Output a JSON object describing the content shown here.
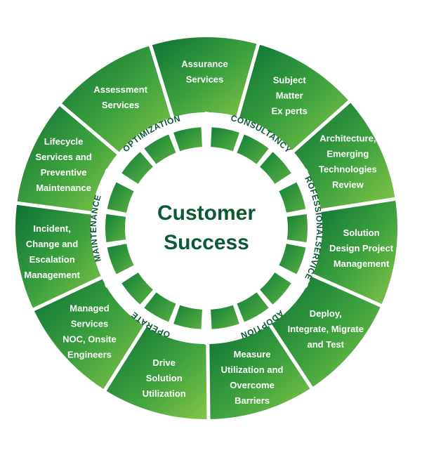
{
  "center": {
    "line1": "Customer",
    "line2": "Success"
  },
  "colors": {
    "outer_dark": "#0d7a3a",
    "outer_light": "#7dc142",
    "ring_text": "#0b5a34",
    "inner_seg": "#1d8a3e",
    "divider": "#ffffff"
  },
  "ring_labels": [
    {
      "name": "optimization",
      "text": "OPTIMIZATION"
    },
    {
      "name": "consultancy",
      "text": "CONSULTANCY"
    },
    {
      "name": "professional-services",
      "text": "PROFESSIONALSERVICES"
    },
    {
      "name": "adoption",
      "text": "ADOPTION"
    },
    {
      "name": "operate",
      "text": "OPERATE"
    },
    {
      "name": "maintenance",
      "text": "MAINTENANCE"
    }
  ],
  "segments": [
    {
      "name": "assurance-services",
      "lines": [
        "Assurance",
        "Services"
      ]
    },
    {
      "name": "subject-matter-experts",
      "lines": [
        "Subject",
        "Matter",
        "Ex perts"
      ]
    },
    {
      "name": "architecture-emerging-technologies-review",
      "lines": [
        "Architecture,",
        "Emerging",
        "Technologies",
        "Review"
      ]
    },
    {
      "name": "solution-design-project-management",
      "lines": [
        "Solution",
        "Design Project",
        "Management"
      ]
    },
    {
      "name": "deploy-integrate-migrate-test",
      "lines": [
        "Deploy,",
        "Integrate, Migrate",
        "and Test"
      ]
    },
    {
      "name": "measure-utilization-overcome-barriers",
      "lines": [
        "Measure",
        "Utilization and",
        "Overcome",
        "Barriers"
      ]
    },
    {
      "name": "drive-solution-utilization",
      "lines": [
        "Drive",
        "Solution",
        "Utilization"
      ]
    },
    {
      "name": "managed-services-noc-onsite-engineers",
      "lines": [
        "Managed",
        "Services",
        "NOC, Onsite",
        "Engineers"
      ]
    },
    {
      "name": "incident-change-escalation-management",
      "lines": [
        "Incident,",
        "Change and",
        "Escalation",
        "Management"
      ]
    },
    {
      "name": "lifecycle-services-preventive-maintenance",
      "lines": [
        "Lifecycle",
        "Services and",
        "Preventive",
        "Maintenance"
      ]
    },
    {
      "name": "assessment-services",
      "lines": [
        "Assessment",
        "Services"
      ]
    }
  ]
}
